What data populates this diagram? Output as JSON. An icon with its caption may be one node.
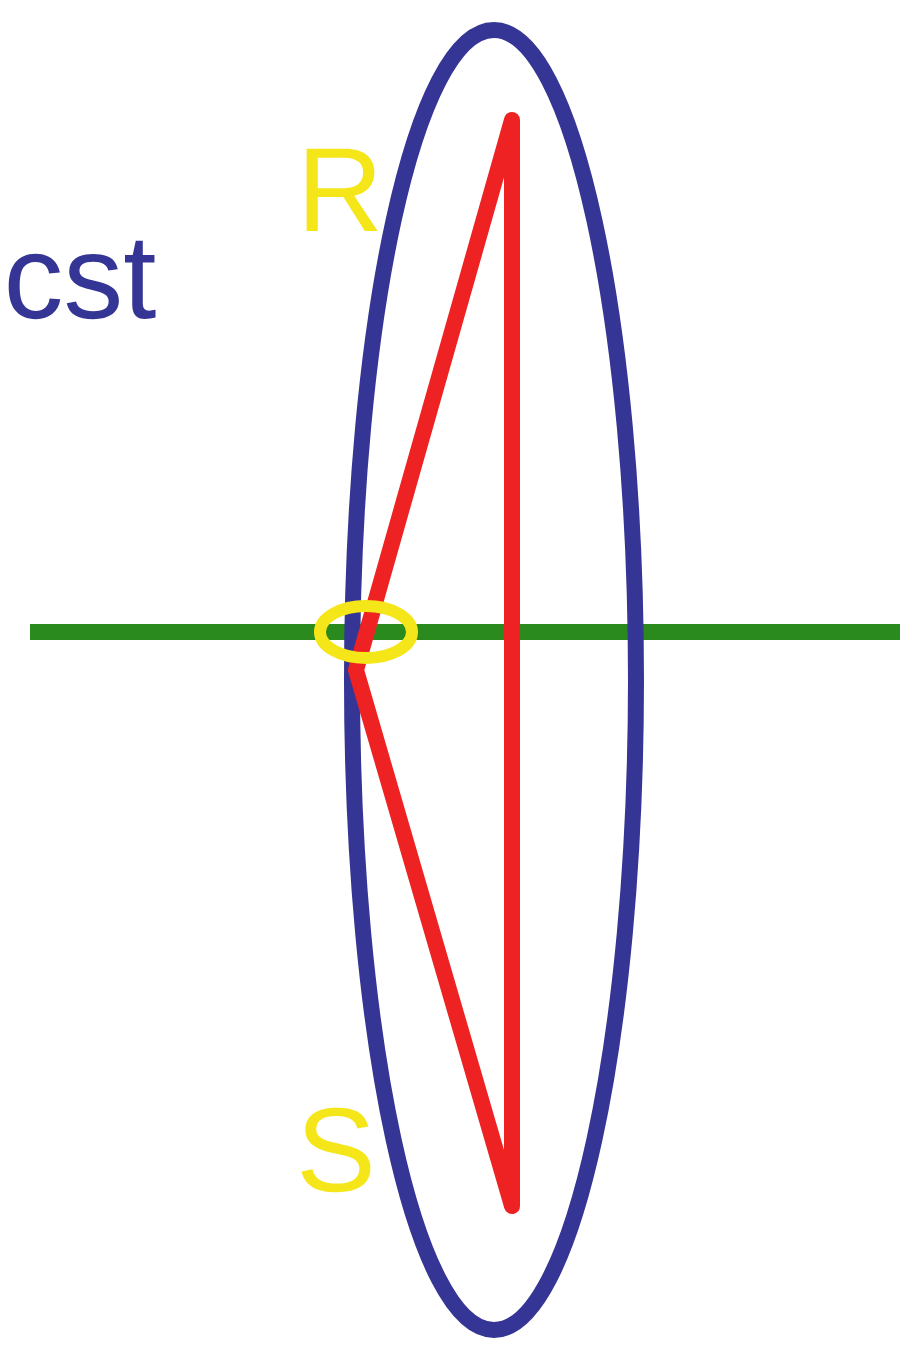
{
  "diagram": {
    "labels": [
      "R",
      "cst",
      "S"
    ]
  }
}
